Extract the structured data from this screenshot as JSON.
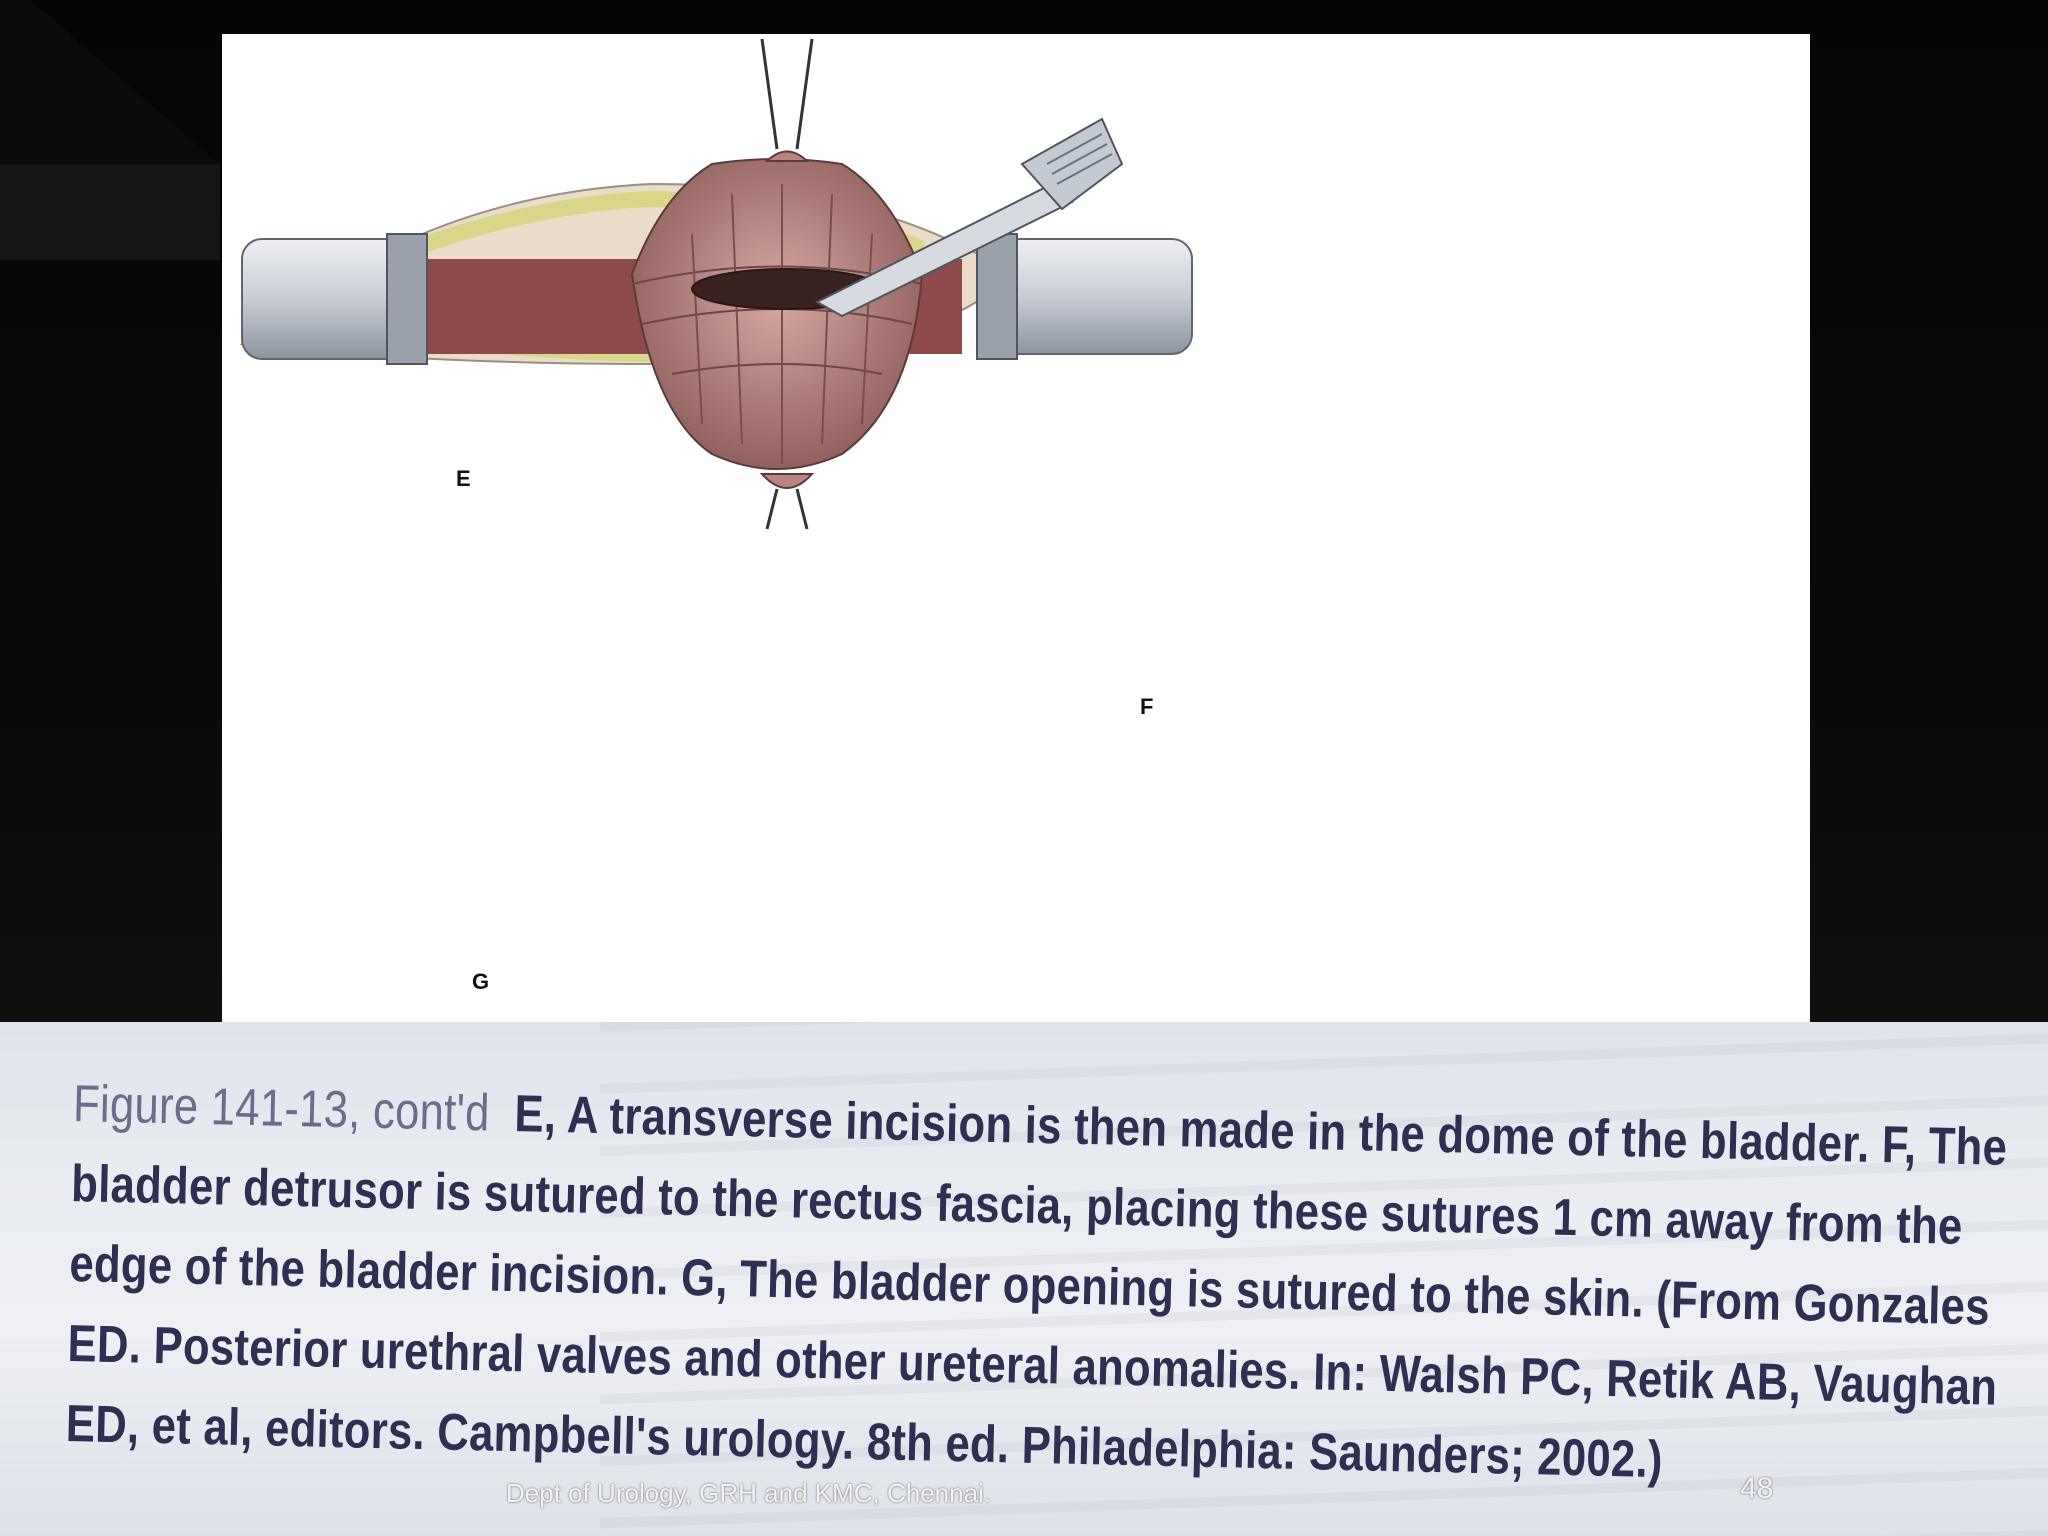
{
  "figure": {
    "panel_labels": {
      "e": "E",
      "f": "F",
      "g": "G"
    }
  },
  "caption": {
    "figure_number": "Figure 141-13, cont'd",
    "line1_rest": "E, A transverse incision is then made in the dome of the bladder. F, The",
    "line2": "bladder detrusor is sutured to the rectus fascia, placing these sutures 1 cm away from the",
    "line3": "edge of the bladder incision. G, The bladder opening is sutured to the skin. (From Gonzales",
    "line4": "ED. Posterior urethral valves and other ureteral anomalies. In: Walsh PC, Retik AB, Vaughan",
    "line5": "ED, et al, editors. Campbell's urology. 8th ed. Philadelphia: Saunders; 2002.)"
  },
  "footer": {
    "department": "Dept of Urology, GRH and KMC, Chennai.",
    "page_number": "48"
  },
  "colors": {
    "tissue": "#c99a95",
    "tissue_dark": "#8e5f5c",
    "fat": "#e8e6a8",
    "retractor": "#d9dde3",
    "caption_ink": "#2e2f52"
  }
}
